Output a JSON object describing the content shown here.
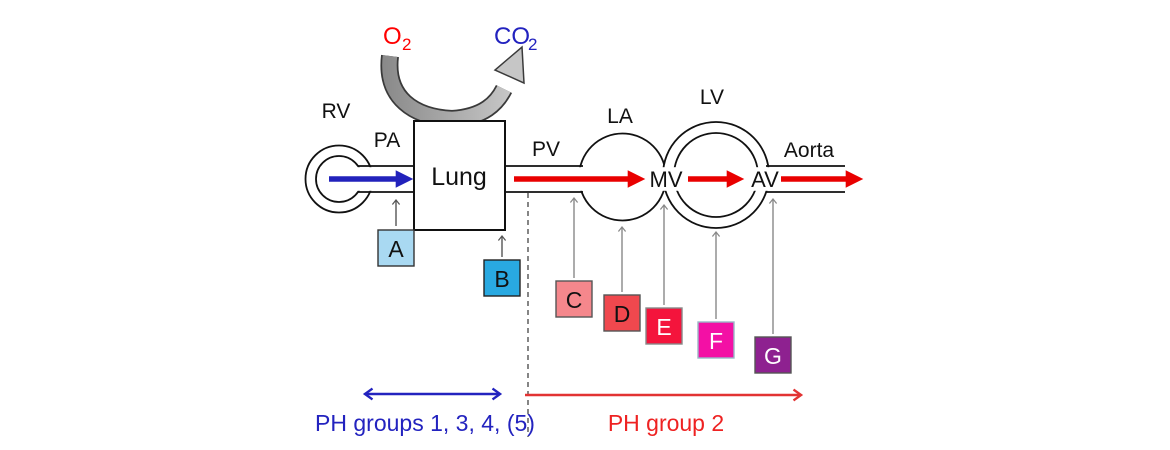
{
  "figure": {
    "labels": {
      "rv": "RV",
      "pa": "PA",
      "lung": "Lung",
      "pv": "PV",
      "la": "LA",
      "mv": "MV",
      "lv": "LV",
      "av": "AV",
      "aorta": "Aorta"
    },
    "gases": {
      "o2": {
        "symbol": "O",
        "subscript": "2",
        "color": "#FF0000"
      },
      "co2": {
        "symbol": "CO",
        "subscript": "2",
        "color": "#2222BF"
      }
    },
    "boxes": [
      {
        "letter": "A",
        "fill": "#A9D9F2",
        "text_color": "#111111"
      },
      {
        "letter": "B",
        "fill": "#29A9E1",
        "text_color": "#111111"
      },
      {
        "letter": "C",
        "fill": "#F5878C",
        "text_color": "#111111"
      },
      {
        "letter": "D",
        "fill": "#F0484E",
        "text_color": "#111111"
      },
      {
        "letter": "E",
        "fill": "#F4143C",
        "text_color": "#FFFFFF"
      },
      {
        "letter": "F",
        "fill": "#F310A5",
        "text_color": "#FFFFFF"
      },
      {
        "letter": "G",
        "fill": "#8E2190",
        "text_color": "#FFFFFF"
      }
    ],
    "annotations": {
      "left": {
        "label": "PH groups 1, 3, 4, (5)",
        "color": "#2323BF"
      },
      "right": {
        "label": "PH group 2",
        "color": "#EE2222"
      }
    },
    "flow_colors": {
      "venous_blue": "#2222BC",
      "arterial_red": "#E90000"
    }
  }
}
